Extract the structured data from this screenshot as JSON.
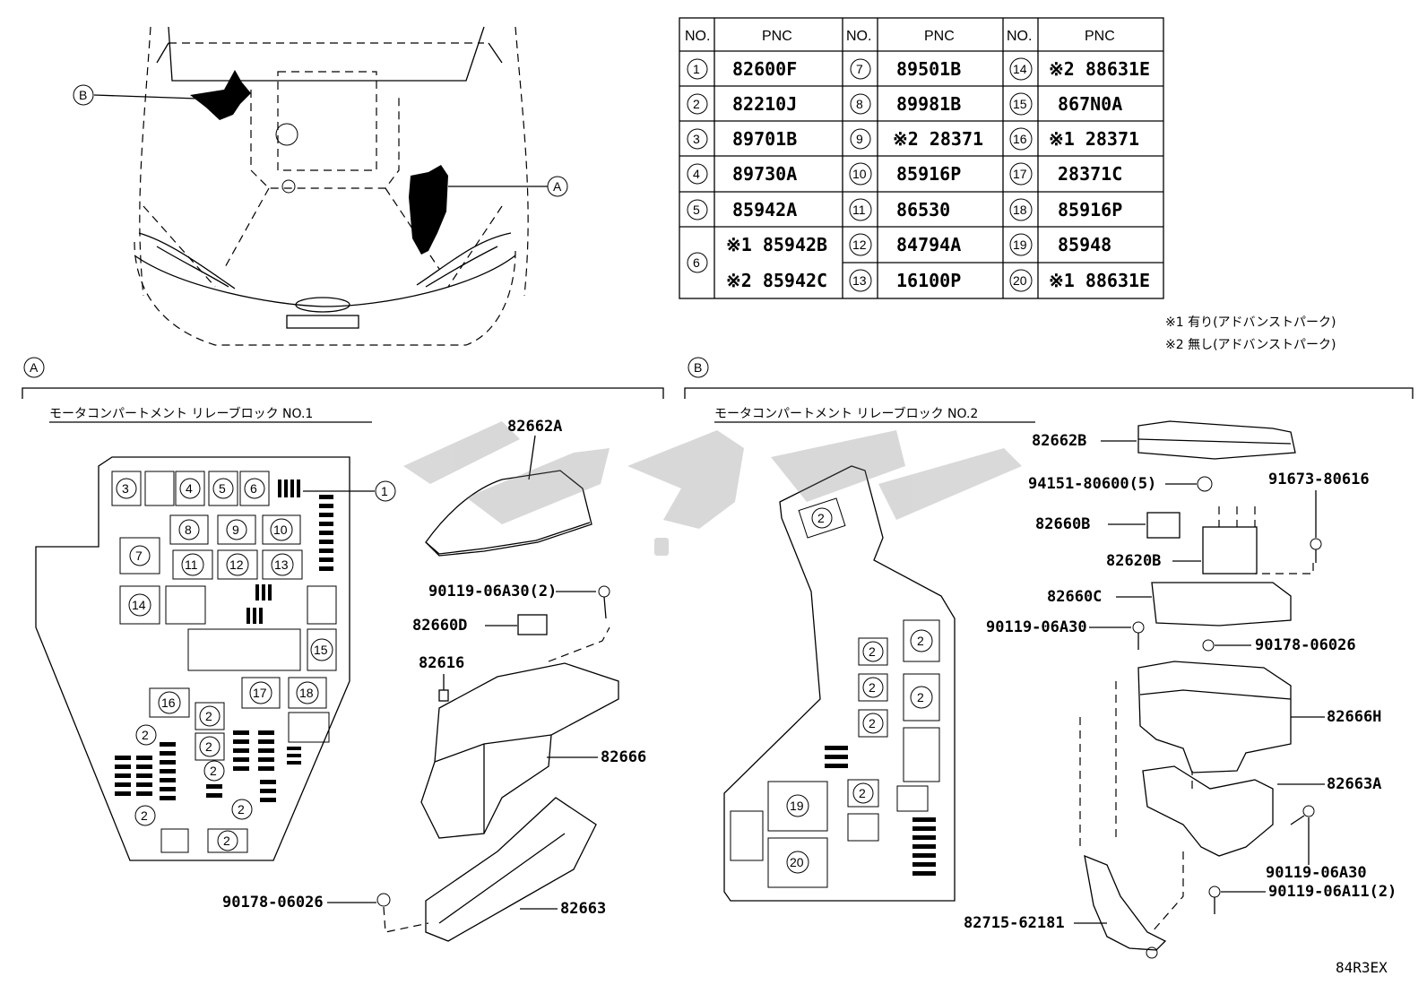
{
  "table": {
    "headers": [
      "NO.",
      "PNC",
      "NO.",
      "PNC",
      "NO.",
      "PNC"
    ],
    "col1": [
      {
        "no": "1",
        "pnc": "82600F"
      },
      {
        "no": "2",
        "pnc": "82210J"
      },
      {
        "no": "3",
        "pnc": "89701B"
      },
      {
        "no": "4",
        "pnc": "89730A"
      },
      {
        "no": "5",
        "pnc": "85942A"
      },
      {
        "no": "6",
        "pnc_a": "※1 85942B",
        "pnc_b": "※2 85942C"
      }
    ],
    "col2": [
      {
        "no": "7",
        "pnc": "89501B"
      },
      {
        "no": "8",
        "pnc": "89981B"
      },
      {
        "no": "9",
        "pnc": "※2 28371"
      },
      {
        "no": "10",
        "pnc": "85916P"
      },
      {
        "no": "11",
        "pnc": "86530"
      },
      {
        "no": "12",
        "pnc": "84794A"
      },
      {
        "no": "13",
        "pnc": "16100P"
      }
    ],
    "col3": [
      {
        "no": "14",
        "pnc": "※2 88631E"
      },
      {
        "no": "15",
        "pnc": "867N0A"
      },
      {
        "no": "16",
        "pnc": "※1 28371"
      },
      {
        "no": "17",
        "pnc": "28371C"
      },
      {
        "no": "18",
        "pnc": "85916P"
      },
      {
        "no": "19",
        "pnc": "85948"
      },
      {
        "no": "20",
        "pnc": "※1 88631E"
      }
    ]
  },
  "notes": {
    "note1": "※1 有り(アドバンストパーク)",
    "note2": "※2 無し(アドバンストパーク)"
  },
  "overview": {
    "label_a": "A",
    "label_b": "B"
  },
  "section_a": {
    "letter": "A",
    "title": "モータコンパートメント リレーブロック NO.1",
    "box_numbers": [
      "3",
      "4",
      "5",
      "6",
      "8",
      "9",
      "10",
      "7",
      "11",
      "12",
      "13",
      "14",
      "15",
      "17",
      "18",
      "16",
      "2",
      "2",
      "2",
      "2",
      "2",
      "2",
      "2"
    ],
    "callout_1": "1",
    "parts": {
      "cover": "82662A",
      "bolt": "90119-06A30(2)",
      "relay": "82660D",
      "clip": "82616",
      "block": "82666",
      "nut": "90178-06026",
      "bracket": "82663"
    }
  },
  "section_b": {
    "letter": "B",
    "title": "モータコンパートメント リレーブロック NO.2",
    "box_numbers": [
      "2",
      "2",
      "2",
      "2",
      "2",
      "2",
      "2",
      "19",
      "20"
    ],
    "parts": {
      "cover": "82662B",
      "nut_clip": "94151-80600(5)",
      "bolt_right": "91673-80616",
      "relay": "82660B",
      "plate": "82620B",
      "housing": "82660C",
      "bolt": "90119-06A30",
      "nut": "90178-06026",
      "block": "82666H",
      "bracket": "82663A",
      "bolt2": "90119-06A30",
      "bolt3": "90119-06A11(2)",
      "lower_bracket": "82715-62181"
    }
  },
  "footer": {
    "code": "84R3EX"
  }
}
